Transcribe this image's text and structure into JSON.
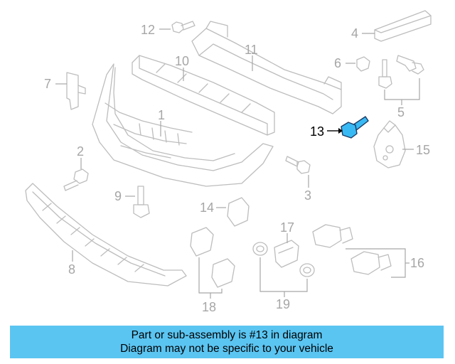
{
  "callouts": {
    "c1": "1",
    "c2": "2",
    "c3": "3",
    "c4": "4",
    "c5": "5",
    "c6": "6",
    "c7": "7",
    "c8": "8",
    "c9": "9",
    "c10": "10",
    "c11": "11",
    "c12": "12",
    "c13": "13",
    "c14": "14",
    "c15": "15",
    "c16": "16",
    "c17": "17",
    "c18": "18",
    "c19": "19"
  },
  "highlighted_part": "13",
  "colors": {
    "highlight_fill": "#39b9f3",
    "banner_bg": "#5bc5f2",
    "part_line": "#bdbdbd"
  },
  "banner": {
    "line1": "Part or sub-assembly is #13 in diagram",
    "line2": "Diagram may not be specific to your vehicle"
  }
}
